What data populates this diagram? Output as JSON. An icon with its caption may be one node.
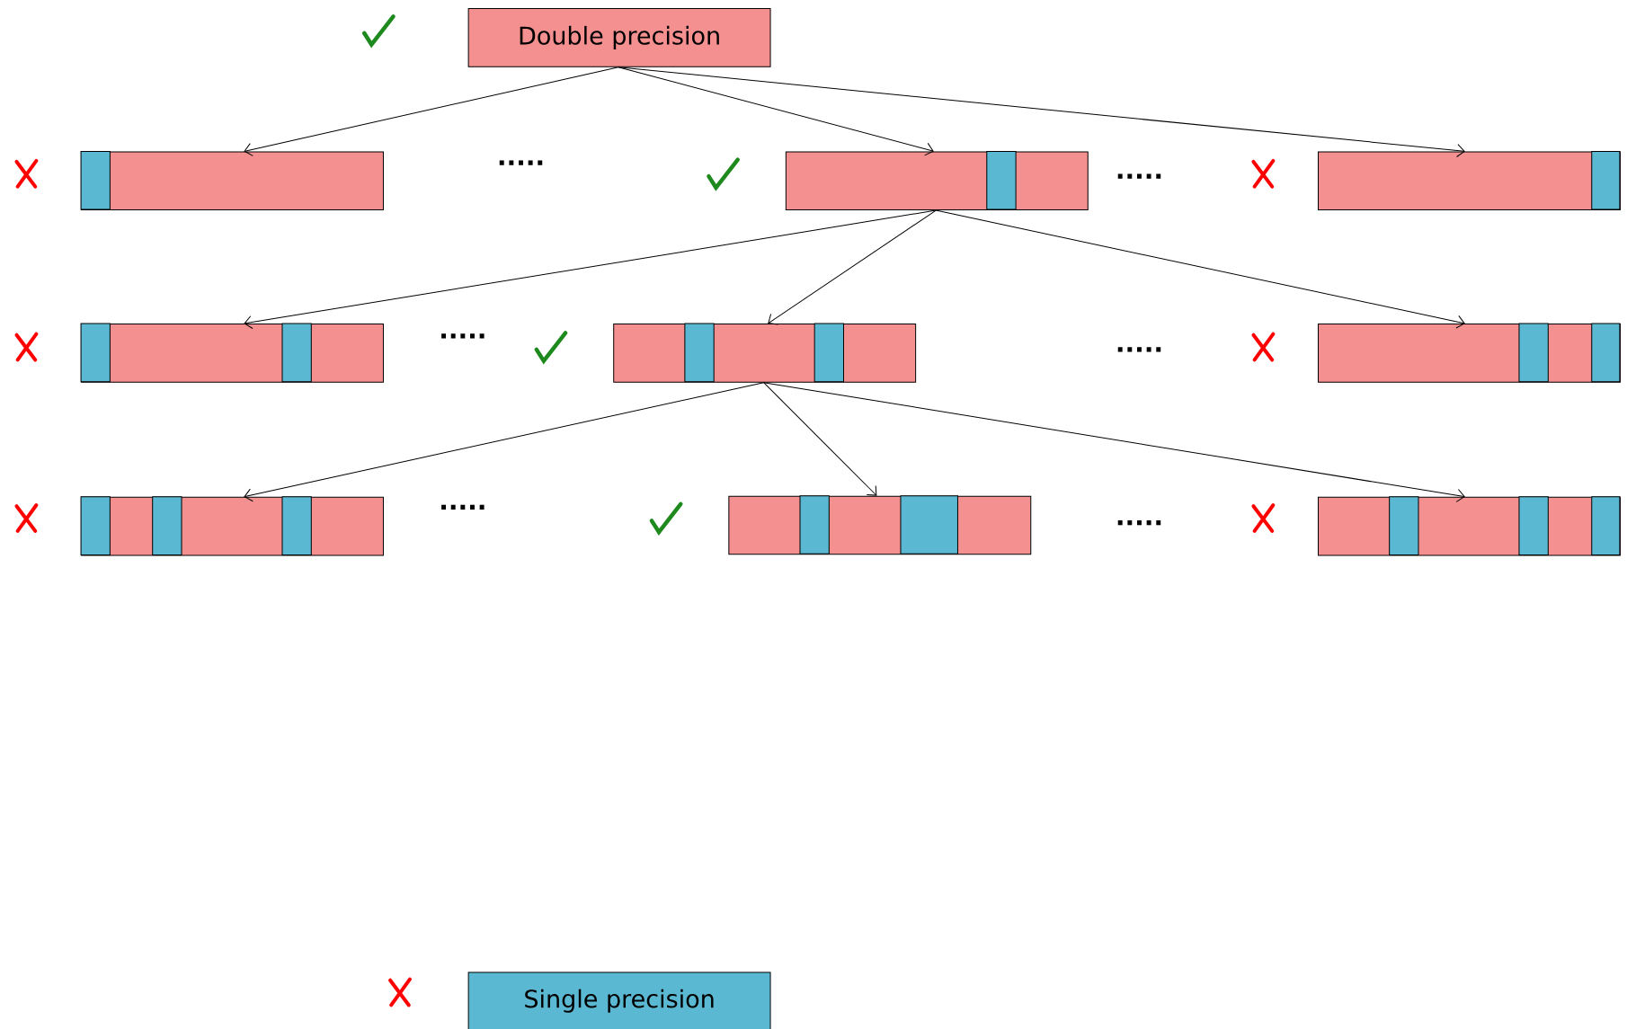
{
  "diagram": {
    "nodes": [
      {
        "text": [
          "Double precision"
        ]
      },
      {
        "text": [],
        "shape": "bar"
      },
      {
        "text": [],
        "shape": "bar"
      },
      {
        "text": [],
        "shape": "bar"
      },
      {
        "text": [],
        "shape": "bar"
      },
      {
        "text": [],
        "shape": "bar"
      },
      {
        "text": [],
        "shape": "bar"
      },
      {
        "text": [],
        "shape": "bar"
      },
      {
        "text": [],
        "shape": "bar"
      },
      {
        "text": [],
        "shape": "bar"
      },
      {
        "text": [
          "Single precision"
        ]
      }
    ],
    "edges": [
      {
        "from": 0,
        "to": 1,
        "arrow": "to"
      },
      {
        "from": 0,
        "to": 2,
        "arrow": "to"
      },
      {
        "from": 0,
        "to": 3,
        "arrow": "to"
      },
      {
        "from": 2,
        "to": 4,
        "arrow": "to"
      },
      {
        "from": 2,
        "to": 5,
        "arrow": "to"
      },
      {
        "from": 2,
        "to": 6,
        "arrow": "to"
      },
      {
        "from": 5,
        "to": 7,
        "arrow": "to"
      },
      {
        "from": 5,
        "to": 8,
        "arrow": "to"
      },
      {
        "from": 5,
        "to": 9,
        "arrow": "to"
      }
    ],
    "labels": [
      ".....",
      ".....",
      ".....",
      ".....",
      ".....",
      "....."
    ]
  }
}
